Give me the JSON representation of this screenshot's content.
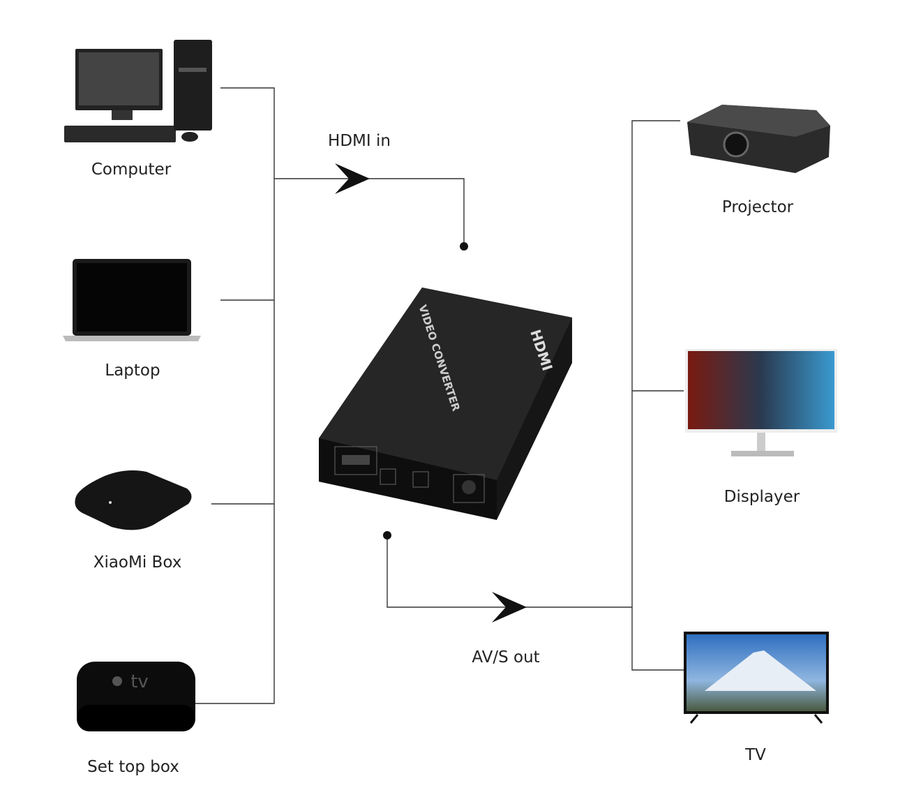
{
  "inputs": [
    {
      "label": "Computer"
    },
    {
      "label": "Laptop"
    },
    {
      "label": "XiaoMi Box"
    },
    {
      "label": "Set top box"
    }
  ],
  "outputs": [
    {
      "label": "Projector"
    },
    {
      "label": "Displayer"
    },
    {
      "label": "TV"
    }
  ],
  "flows": {
    "in_label": "HDMI in",
    "out_label": "AV/S out"
  },
  "device": {
    "title": "VIDEO CONVERTER",
    "brand": "HDMI"
  },
  "colors": {
    "line": "#333333",
    "device_body": "#1c1c1c",
    "accent": "#2a6bd6"
  }
}
